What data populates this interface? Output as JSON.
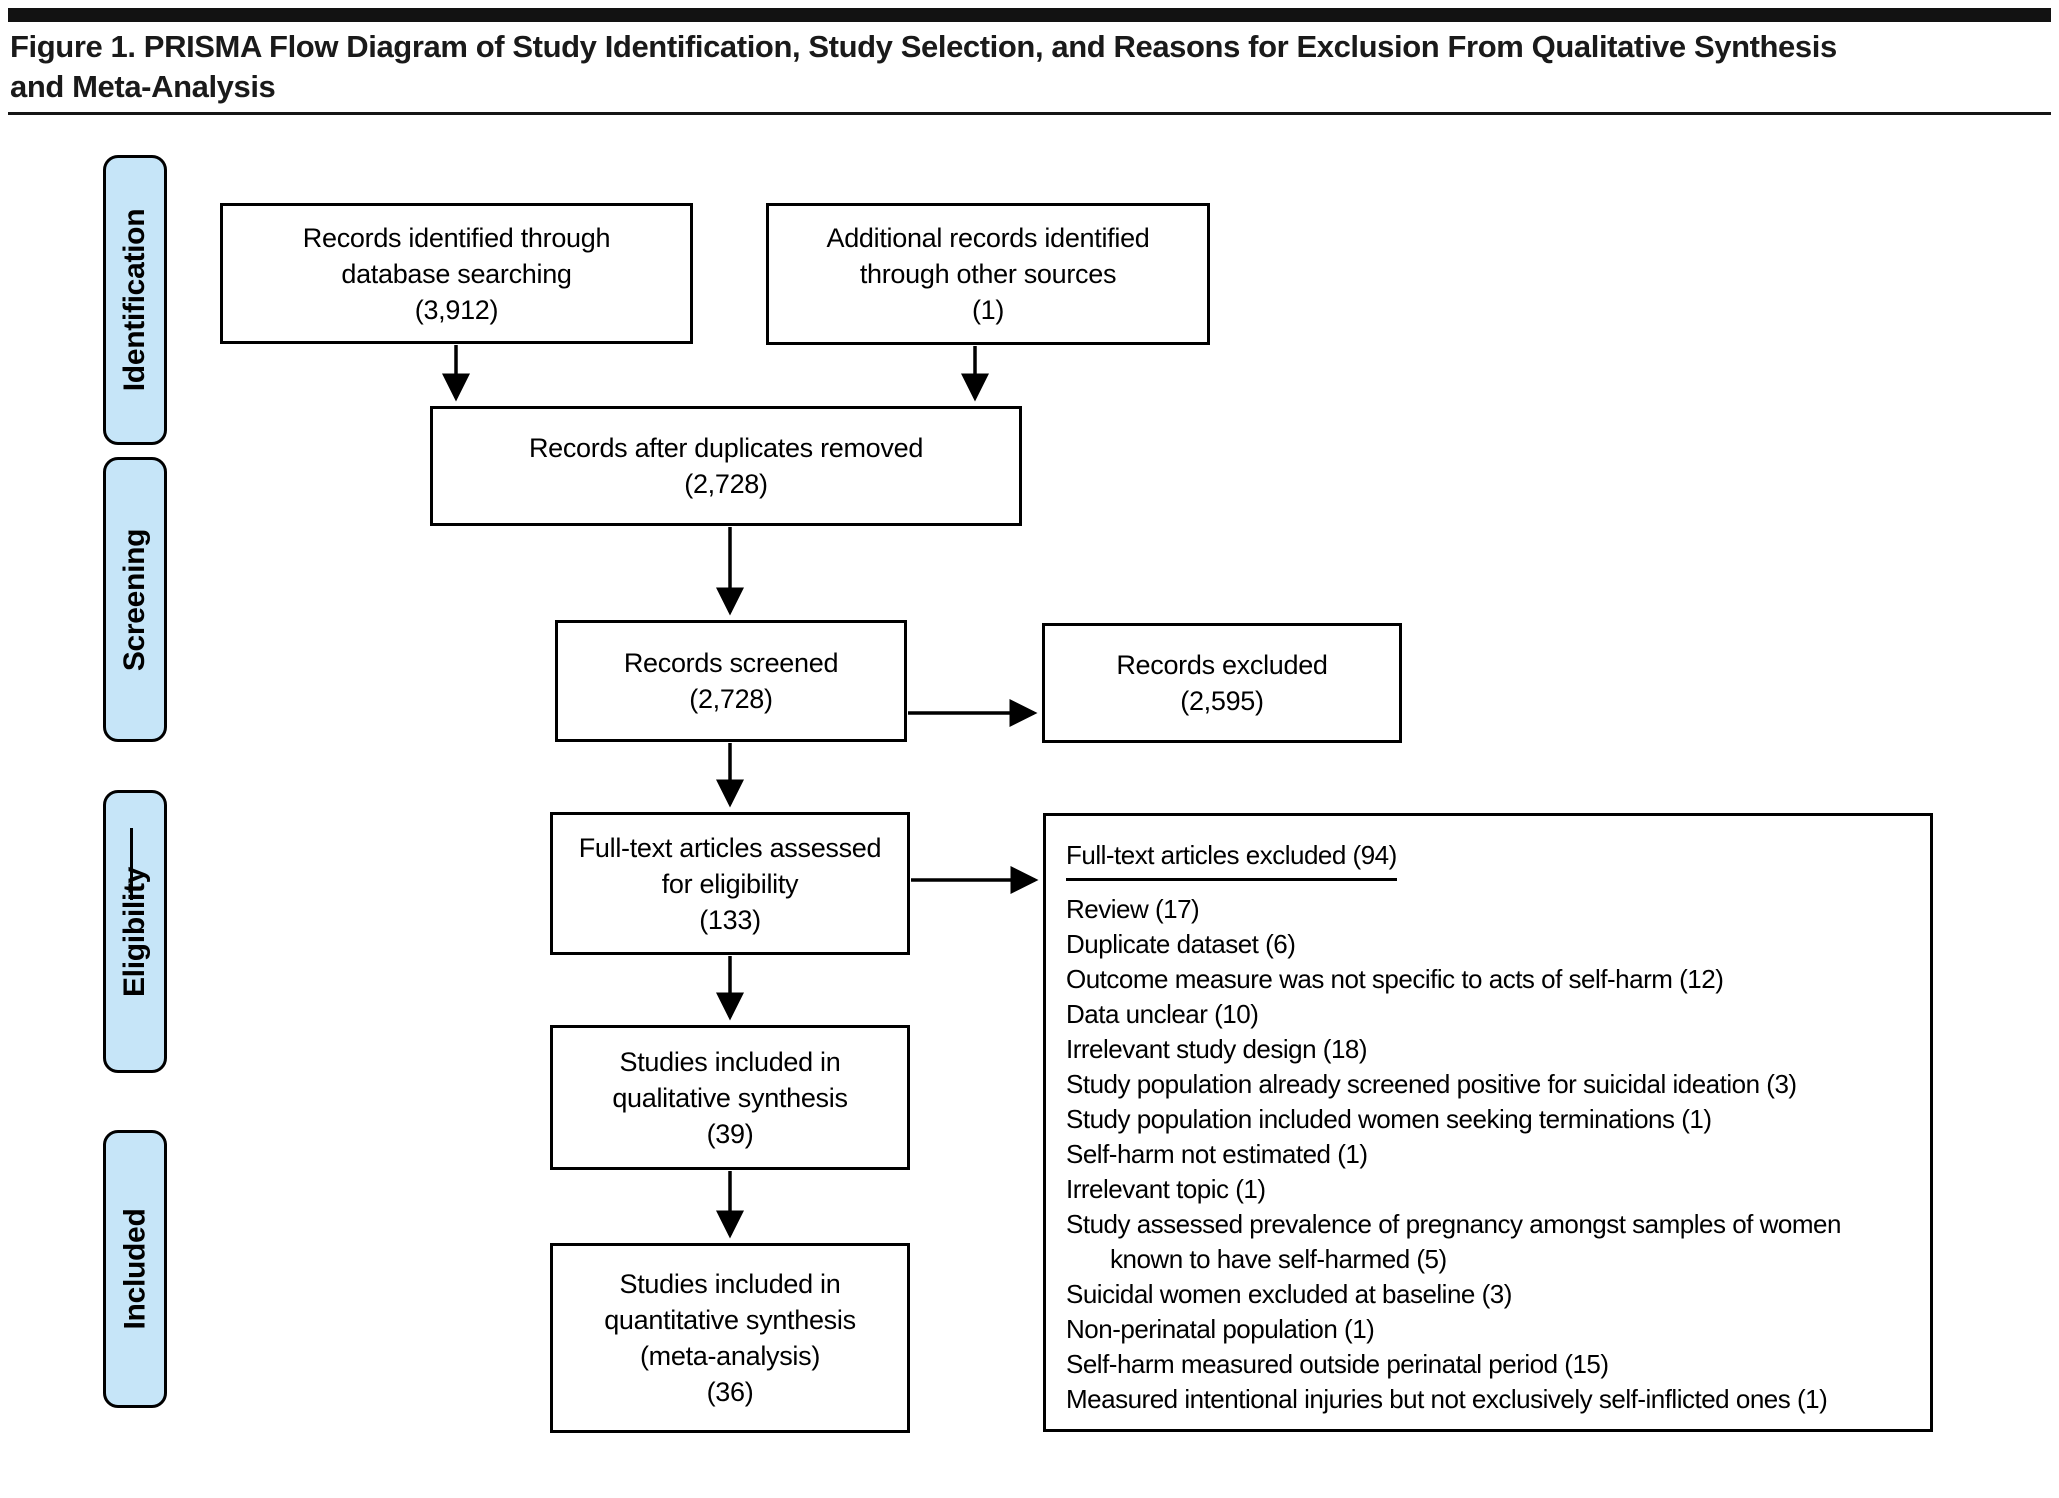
{
  "figure": {
    "title": "Figure 1. PRISMA Flow Diagram of Study Identification, Study Selection, and Reasons for Exclusion From Qualitative Synthesis\nand Meta-Analysis"
  },
  "colors": {
    "stage_fill": "#c6e5f8",
    "line_color": "#000000"
  },
  "stages": [
    {
      "label": "Identification"
    },
    {
      "label": "Screening"
    },
    {
      "label": "Eligibility"
    },
    {
      "label": "Included"
    }
  ],
  "flow": {
    "records_identified": {
      "lines": [
        "Records identified through",
        "database searching"
      ],
      "count": "(3,912)"
    },
    "additional_records": {
      "lines": [
        "Additional records identified",
        "through other sources"
      ],
      "count": "(1)"
    },
    "after_duplicates": {
      "lines": [
        "Records after duplicates removed"
      ],
      "count": "(2,728)"
    },
    "records_screened": {
      "lines": [
        "Records screened"
      ],
      "count": "(2,728)"
    },
    "records_excluded": {
      "lines": [
        "Records excluded"
      ],
      "count": "(2,595)"
    },
    "fulltext_assessed": {
      "lines": [
        "Full-text articles assessed",
        "for eligibility"
      ],
      "count": "(133)"
    },
    "qualitative": {
      "lines": [
        "Studies included in",
        "qualitative synthesis"
      ],
      "count": "(39)"
    },
    "quantitative": {
      "lines": [
        "Studies included in",
        "quantitative synthesis",
        "(meta-analysis)"
      ],
      "count": "(36)"
    }
  },
  "exclusions": {
    "title": "Full-text articles excluded (94)",
    "items": [
      "Review (17)",
      "Duplicate dataset (6)",
      "Outcome measure was not specific to acts of self-harm (12)",
      "Data unclear (10)",
      "Irrelevant study design (18)",
      "Study population already screened positive for suicidal ideation (3)",
      "Study population included women seeking terminations (1)",
      "Self-harm not estimated (1)",
      "Irrelevant topic (1)",
      "Study assessed prevalence of pregnancy amongst samples of women\nknown to have self-harmed (5)",
      "Suicidal women excluded at baseline (3)",
      "Non-perinatal population (1)",
      "Self-harm measured outside perinatal period (15)",
      "Measured intentional injuries but not exclusively self-inflicted ones (1)"
    ]
  }
}
